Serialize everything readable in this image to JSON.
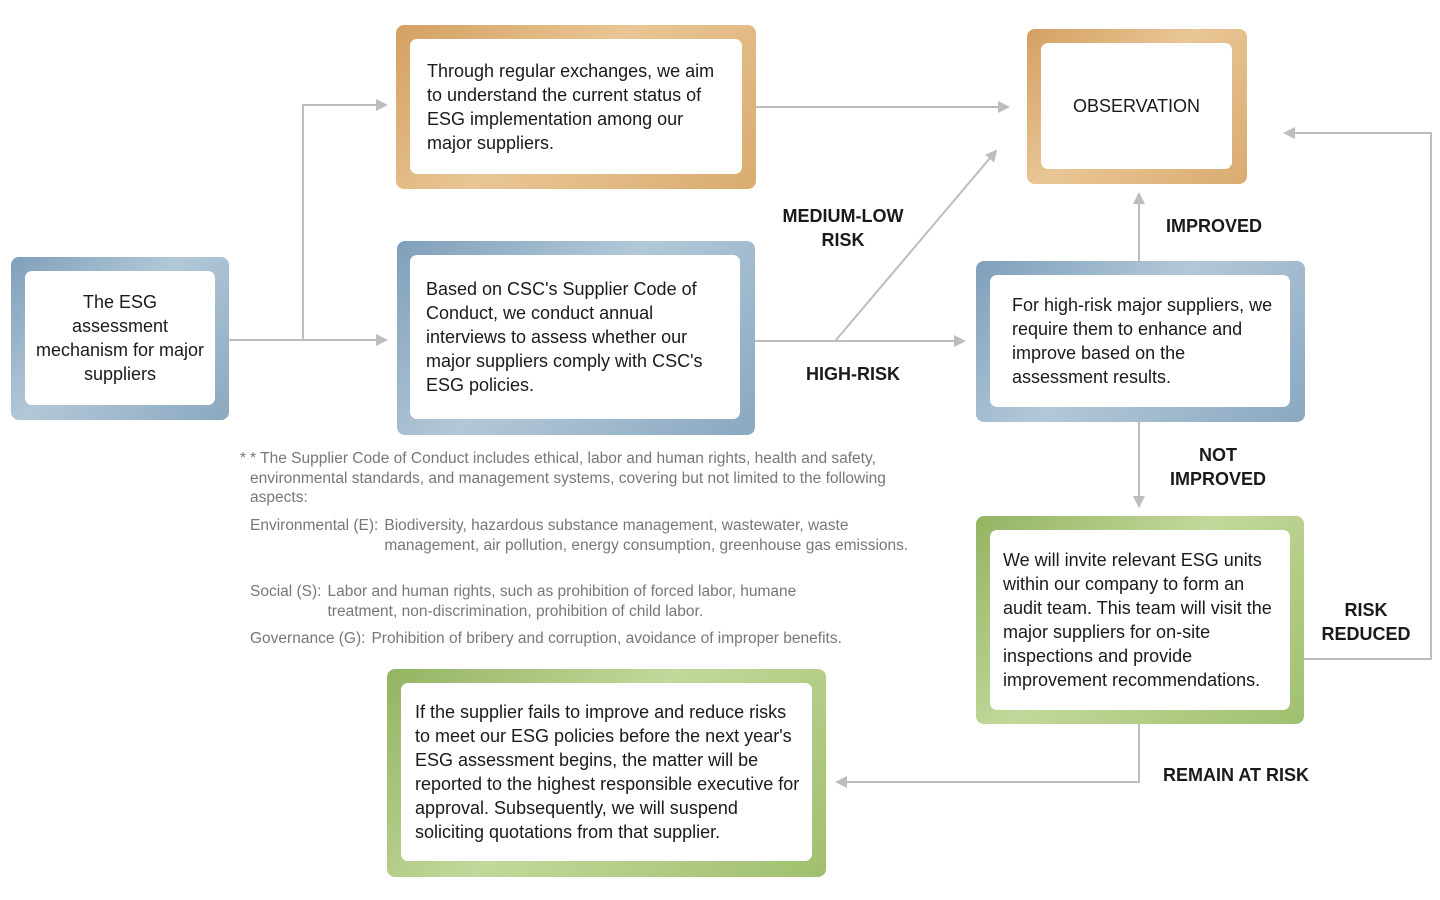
{
  "nodes": {
    "start": "The ESG assessment mechanism for major suppliers",
    "exchange": "Through regular exchanges, we aim to understand the current status of ESG implementation among our major suppliers.",
    "interview": "Based on CSC's Supplier Code of Conduct, we conduct annual interviews to assess whether our major suppliers comply with CSC's ESG policies.",
    "observation": "OBSERVATION",
    "enhance": "For high-risk major suppliers, we require them to enhance and improve based on the assessment results.",
    "audit": "We will invite relevant ESG units within our company to form an audit team. This team will visit the major suppliers for on-site inspections and provide improvement recommendations.",
    "report": "If the supplier fails to improve and reduce risks to meet our ESG policies before the next year's ESG assessment begins, the matter will be reported to the highest responsible executive for approval. Subsequently, we will suspend soliciting quotations from that supplier."
  },
  "edge_labels": {
    "medium_low_risk": "MEDIUM-LOW RISK",
    "high_risk": "HIGH-RISK",
    "improved": "IMPROVED",
    "not_improved": "NOT IMPROVED",
    "risk_reduced": "RISK REDUCED",
    "remain_at_risk": "REMAIN AT RISK"
  },
  "footnote": {
    "intro": "* The Supplier Code of Conduct includes ethical, labor and human rights, health and safety, environmental standards, and management systems, covering but not limited to the following aspects:",
    "environmental_label": "Environmental (E):",
    "environmental_text": "Biodiversity, hazardous substance management, wastewater, waste management, air pollution, energy consumption, greenhouse gas emissions.",
    "social_label": "Social (S):",
    "social_text": "Labor and human rights, such as prohibition of forced labor, humane treatment, non-discrimination, prohibition of child labor.",
    "governance_label": "Governance (G):",
    "governance_text": "Prohibition of bribery and corruption, avoidance of improper benefits."
  },
  "colors": {
    "tan": "#d9ab70",
    "blue": "#8aa8c0",
    "green": "#9fc06e",
    "arrow": "#bdbdbd",
    "footnote": "#777777"
  }
}
